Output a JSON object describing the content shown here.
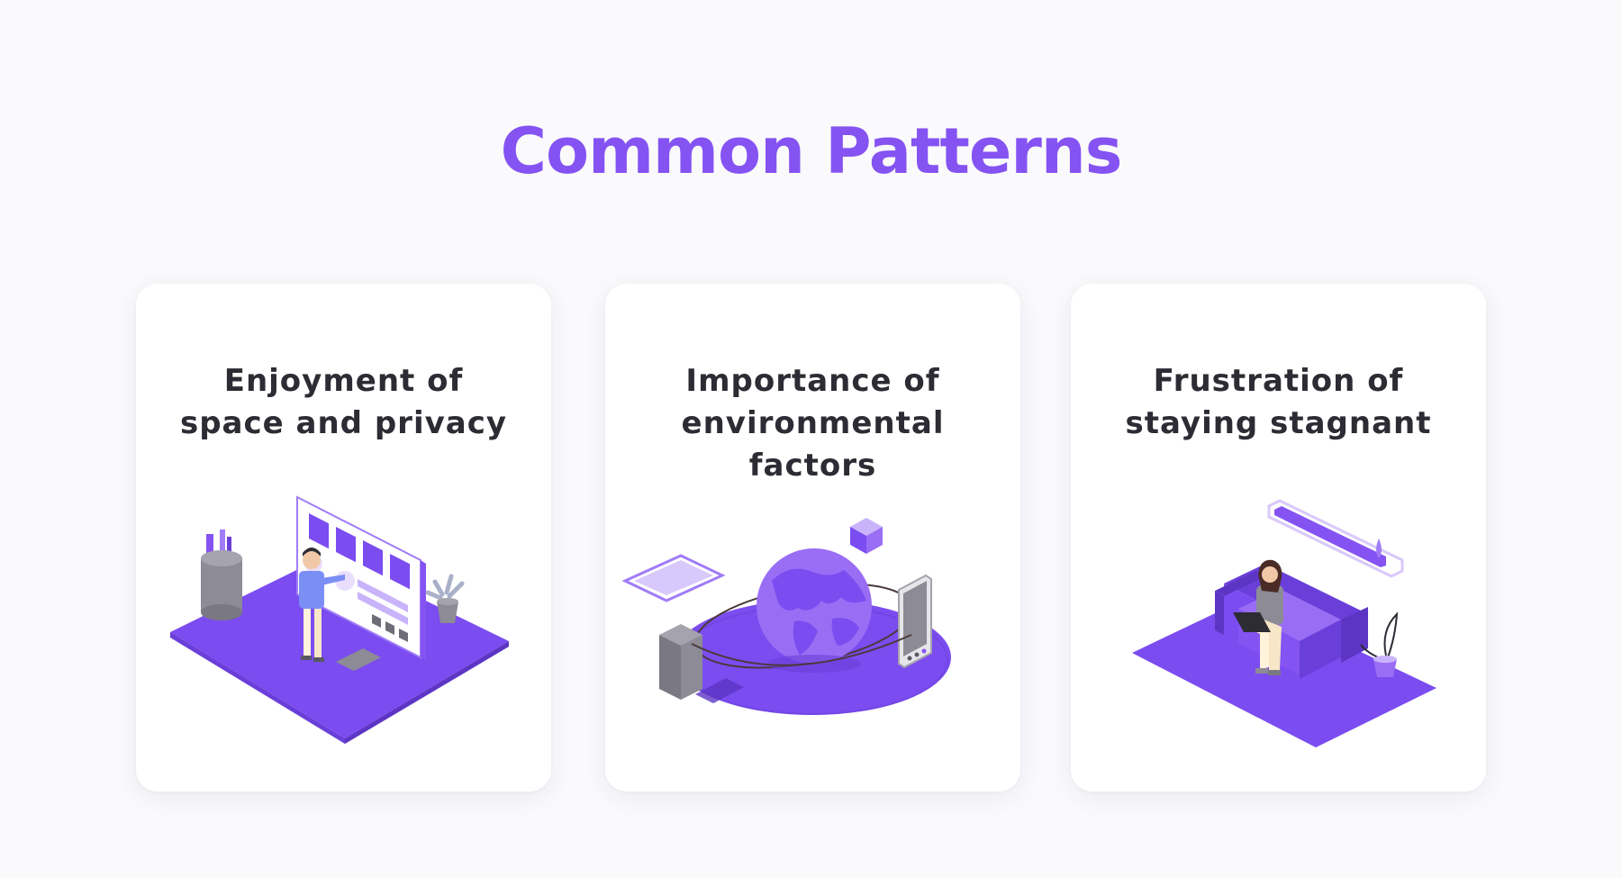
{
  "page": {
    "title": "Common Patterns"
  },
  "colors": {
    "accent": "#8553f2",
    "platform": "#7b4cf0",
    "card_background": "#ffffff",
    "page_background": "#fafafc",
    "title_text": "#2d2b33"
  },
  "cards": [
    {
      "title_lines": [
        "Enjoyment of",
        "space and privacy"
      ],
      "illustration": "person-at-whiteboard-illustration"
    },
    {
      "title_lines": [
        "Importance of",
        "environmental",
        "factors"
      ],
      "illustration": "globe-with-devices-illustration"
    },
    {
      "title_lines": [
        "Frustration of",
        "staying stagnant"
      ],
      "illustration": "woman-on-sofa-with-laptop-illustration"
    }
  ]
}
